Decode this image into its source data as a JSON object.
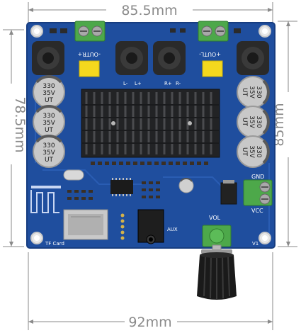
{
  "dimensions": {
    "top_width": "85.5mm",
    "left_height": "78.5mm",
    "right_height": "85mm",
    "bottom_width": "92mm"
  },
  "board": {
    "labels": {
      "out_right": "-OUTR+",
      "out_left": "+OUTL-",
      "l_plus": "L+",
      "l_minus": "L-",
      "r_plus": "R+",
      "r_minus": "R-",
      "gnd": "GND",
      "vcc": "VCC",
      "vol": "VOL",
      "aux": "AUX",
      "tf_card": "TF Card",
      "v1": "V1"
    },
    "capacitor_left": {
      "line1": "330",
      "line2": "35V",
      "line3": "UT"
    },
    "capacitor_right": {
      "line1": "330",
      "line2": "35V",
      "line3": "UT"
    }
  },
  "colors": {
    "pcb": "#1f4e9e",
    "pcb_edge": "#173d80",
    "heatsink": "#222325",
    "terminal_green": "#4da84a",
    "dimension_line": "#8a8a8a"
  }
}
